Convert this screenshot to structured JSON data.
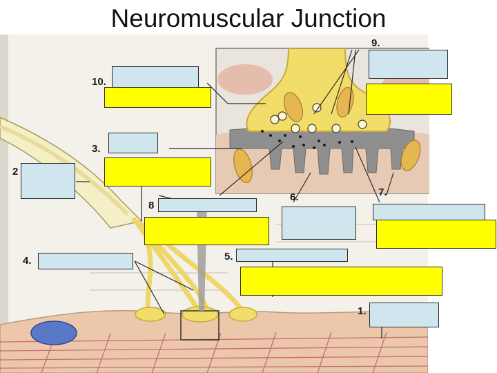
{
  "title": "Neuromuscular Junction",
  "labels": [
    "1.",
    "2",
    "3.",
    "4.",
    "5.",
    "6.",
    "7.",
    "8",
    "9.",
    "10."
  ],
  "colors": {
    "nerve": "#f2dc6a",
    "nerve_dark": "#c9a93a",
    "cleft": "#8f8f8f",
    "muscle": "#ecc7aa",
    "muscle_stripe": "#b5516b",
    "nucleus": "#5a78c8",
    "label_box": "#cfe6ee",
    "answer_box": "#ffff00"
  }
}
